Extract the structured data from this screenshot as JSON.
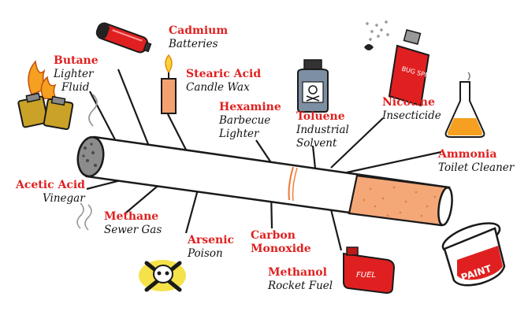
{
  "colors": {
    "chemical": "#e02020",
    "use": "#111111",
    "filter": "#f4a878",
    "paper": "#ffffff",
    "outline": "#1a1a1a"
  },
  "labels": {
    "cadmium": {
      "chemical": "Cadmium",
      "use": "Batteries"
    },
    "butane": {
      "chemical": "Butane",
      "use": "Lighter",
      "use2": "Fluid"
    },
    "stearic": {
      "chemical": "Stearic Acid",
      "use": "Candle Wax"
    },
    "hexamine": {
      "chemical": "Hexamine",
      "use": "Barbecue",
      "use2": "Lighter"
    },
    "toluene": {
      "chemical": "Toluene",
      "use": "Industrial",
      "use2": "Solvent"
    },
    "nicotine": {
      "chemical": "Nicotine",
      "use": "Insecticide"
    },
    "ammonia": {
      "chemical": "Ammonia",
      "use": "Toilet Cleaner"
    },
    "acetic": {
      "chemical": "Acetic Acid",
      "use": "Vinegar"
    },
    "methane": {
      "chemical": "Methane",
      "use": "Sewer Gas"
    },
    "arsenic": {
      "chemical": "Arsenic",
      "use": "Poison"
    },
    "carbon": {
      "chemical": "Carbon",
      "chemical2": "Monoxide"
    },
    "methanol": {
      "chemical": "Methanol",
      "use": "Rocket Fuel"
    }
  },
  "icons": {
    "spray_can_text": "BUG SPRAY",
    "fuel_can_text": "FUEL",
    "paint_can_text": "PAINT"
  }
}
